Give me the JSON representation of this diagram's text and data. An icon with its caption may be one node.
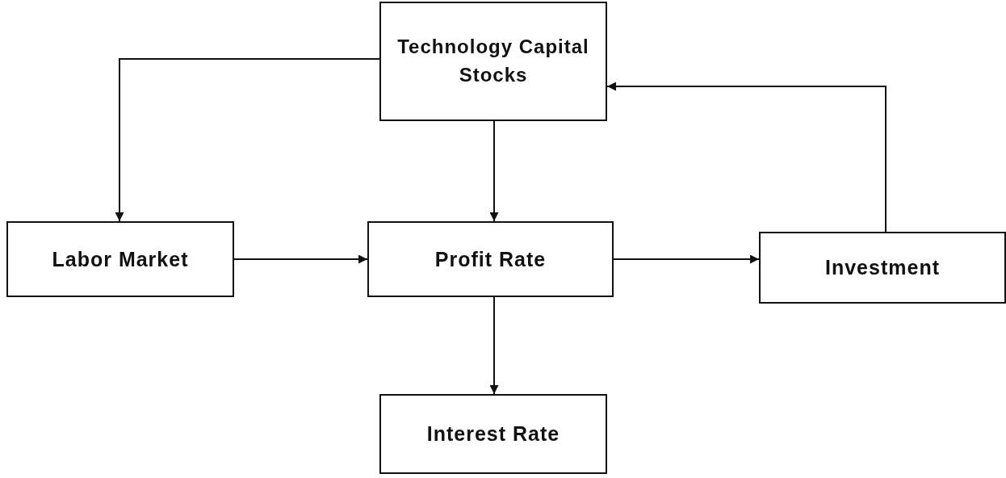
{
  "diagram": {
    "nodes": [
      {
        "text": [
          "Technology Capital Stocks"
        ]
      },
      {
        "text": [
          "Labor Market"
        ]
      },
      {
        "text": [
          "Profit Rate"
        ]
      },
      {
        "text": [
          "Investment"
        ]
      },
      {
        "text": [
          "Interest Rate"
        ]
      }
    ],
    "edges": [
      {
        "from": 0,
        "to": 1,
        "arrow": "to"
      },
      {
        "from": 0,
        "to": 2,
        "arrow": "to"
      },
      {
        "from": 1,
        "to": 2,
        "arrow": "to"
      },
      {
        "from": 2,
        "to": 3,
        "arrow": "to"
      },
      {
        "from": 3,
        "to": 0,
        "arrow": "to"
      },
      {
        "from": 2,
        "to": 4,
        "arrow": "to"
      }
    ]
  }
}
